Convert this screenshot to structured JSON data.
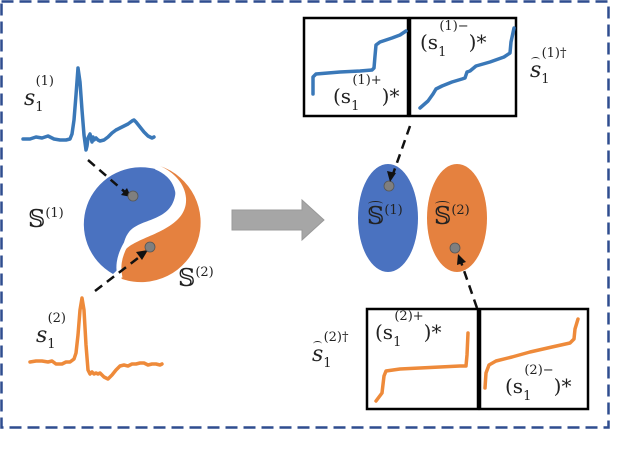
{
  "figure": {
    "frame": {
      "style": "dashed",
      "color": "#2f4d8f"
    },
    "colors": {
      "blue": "#4a72c0",
      "orange": "#e5813f",
      "blue_line": "#3a78b8",
      "orange_line": "#ee8a3a",
      "arrow_gray": "#a6a6a6",
      "point_gray": "#7f7f7f"
    },
    "signals": {
      "s1": {
        "base": "s",
        "sub": "1",
        "sup": "(1)",
        "color": "blue"
      },
      "s2": {
        "base": "s",
        "sub": "1",
        "sup": "(2)",
        "color": "orange"
      }
    },
    "yin_yang": {
      "label_top": {
        "base": "𝕊",
        "sup": "(1)"
      },
      "label_bottom": {
        "base": "𝕊",
        "sup": "(2)"
      }
    },
    "transform_arrow": {
      "direction": "right"
    },
    "ellipses": [
      {
        "label": {
          "base": "𝕊",
          "sup": "(1)",
          "hat": true
        },
        "color": "blue"
      },
      {
        "label": {
          "base": "𝕊",
          "sup": "(2)",
          "hat": true
        },
        "color": "orange"
      }
    ],
    "top_panel": {
      "outer_label": {
        "base": "s",
        "sub": "1",
        "sup": "(1)†",
        "hat": true
      },
      "left_box": {
        "label": "(s",
        "sub": "1",
        "sup": "(1)+",
        "tail": ")*"
      },
      "right_box": {
        "label": "(s",
        "sub": "1",
        "sup": "(1)−",
        "tail": ")*"
      }
    },
    "bottom_panel": {
      "outer_label": {
        "base": "s",
        "sub": "1",
        "sup": "(2)†",
        "hat": true
      },
      "left_box": {
        "label": "(s",
        "sub": "1",
        "sup": "(2)+",
        "tail": ")*"
      },
      "right_box": {
        "label": "(s",
        "sub": "1",
        "sup": "(2)−",
        "tail": ")*"
      }
    }
  }
}
